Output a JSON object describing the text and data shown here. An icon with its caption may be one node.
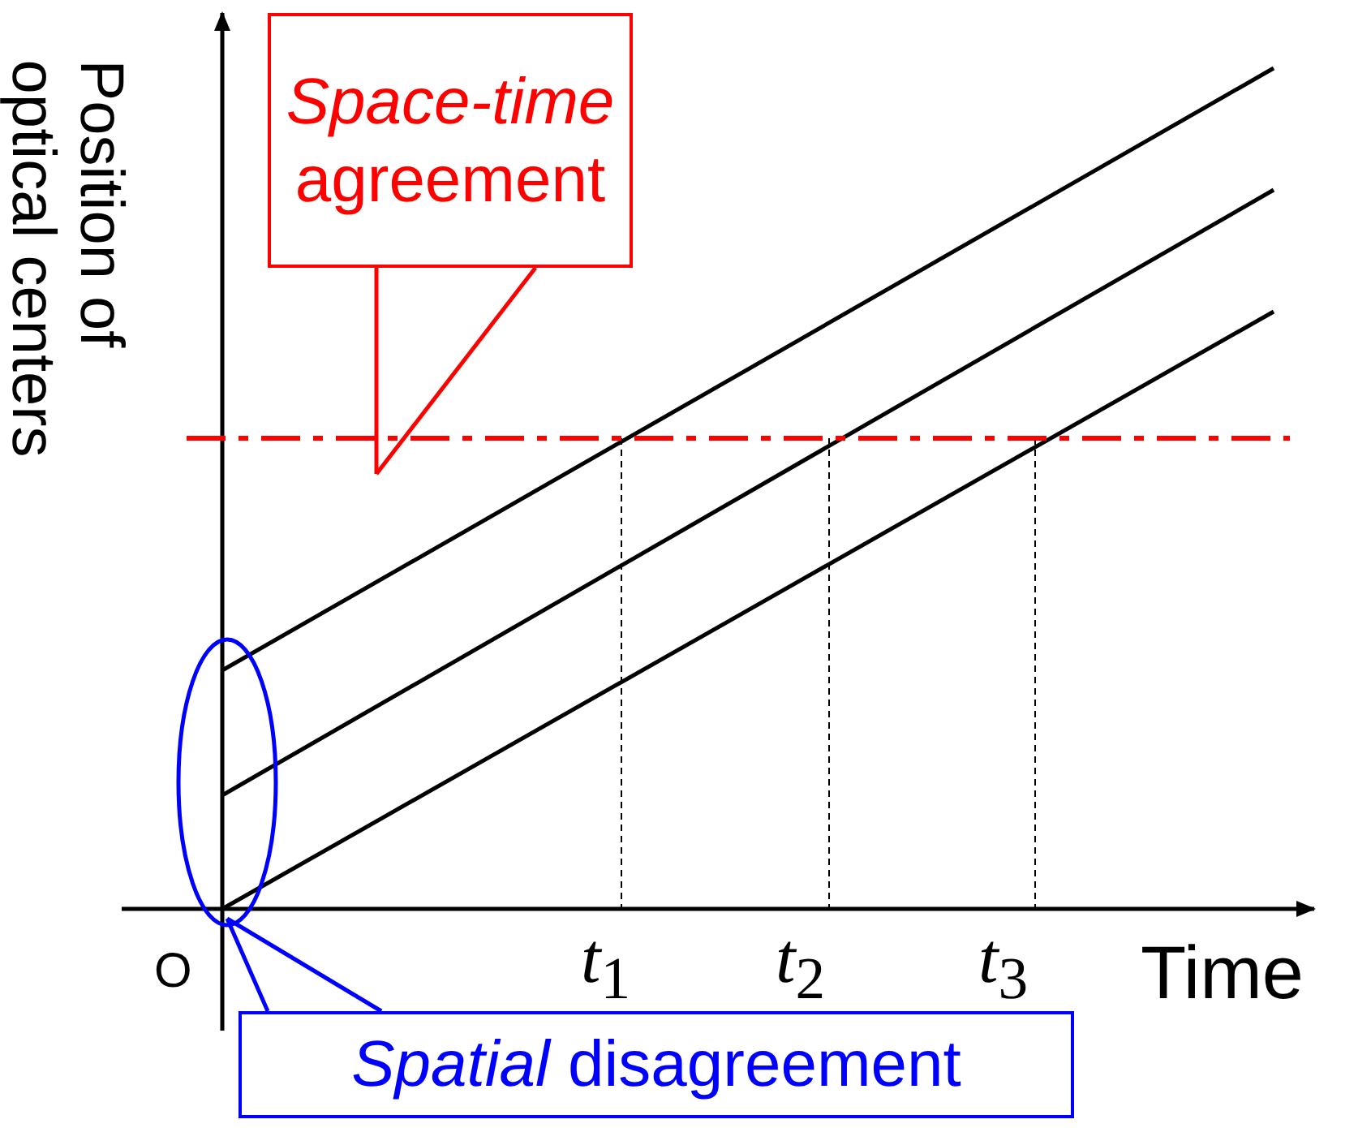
{
  "diagram": {
    "nodes": [
      {
        "text": [
          "*Space-time* agreement"
        ]
      },
      {
        "text": [
          "*Spatial* disagreement"
        ]
      },
      {
        "text": [],
        "shape": "circle"
      }
    ],
    "edges": [
      {
        "from": 0,
        "to": null,
        "arrow": "none",
        "color": "#ff0000"
      },
      {
        "from": 1,
        "to": 2,
        "arrow": "none",
        "color": "#0000ff"
      }
    ],
    "labels": [
      "Position of optical centers",
      "O",
      "*t*$_{1}$",
      "*t*$_{2}$",
      "*t*$_{3}$",
      "Time"
    ]
  }
}
